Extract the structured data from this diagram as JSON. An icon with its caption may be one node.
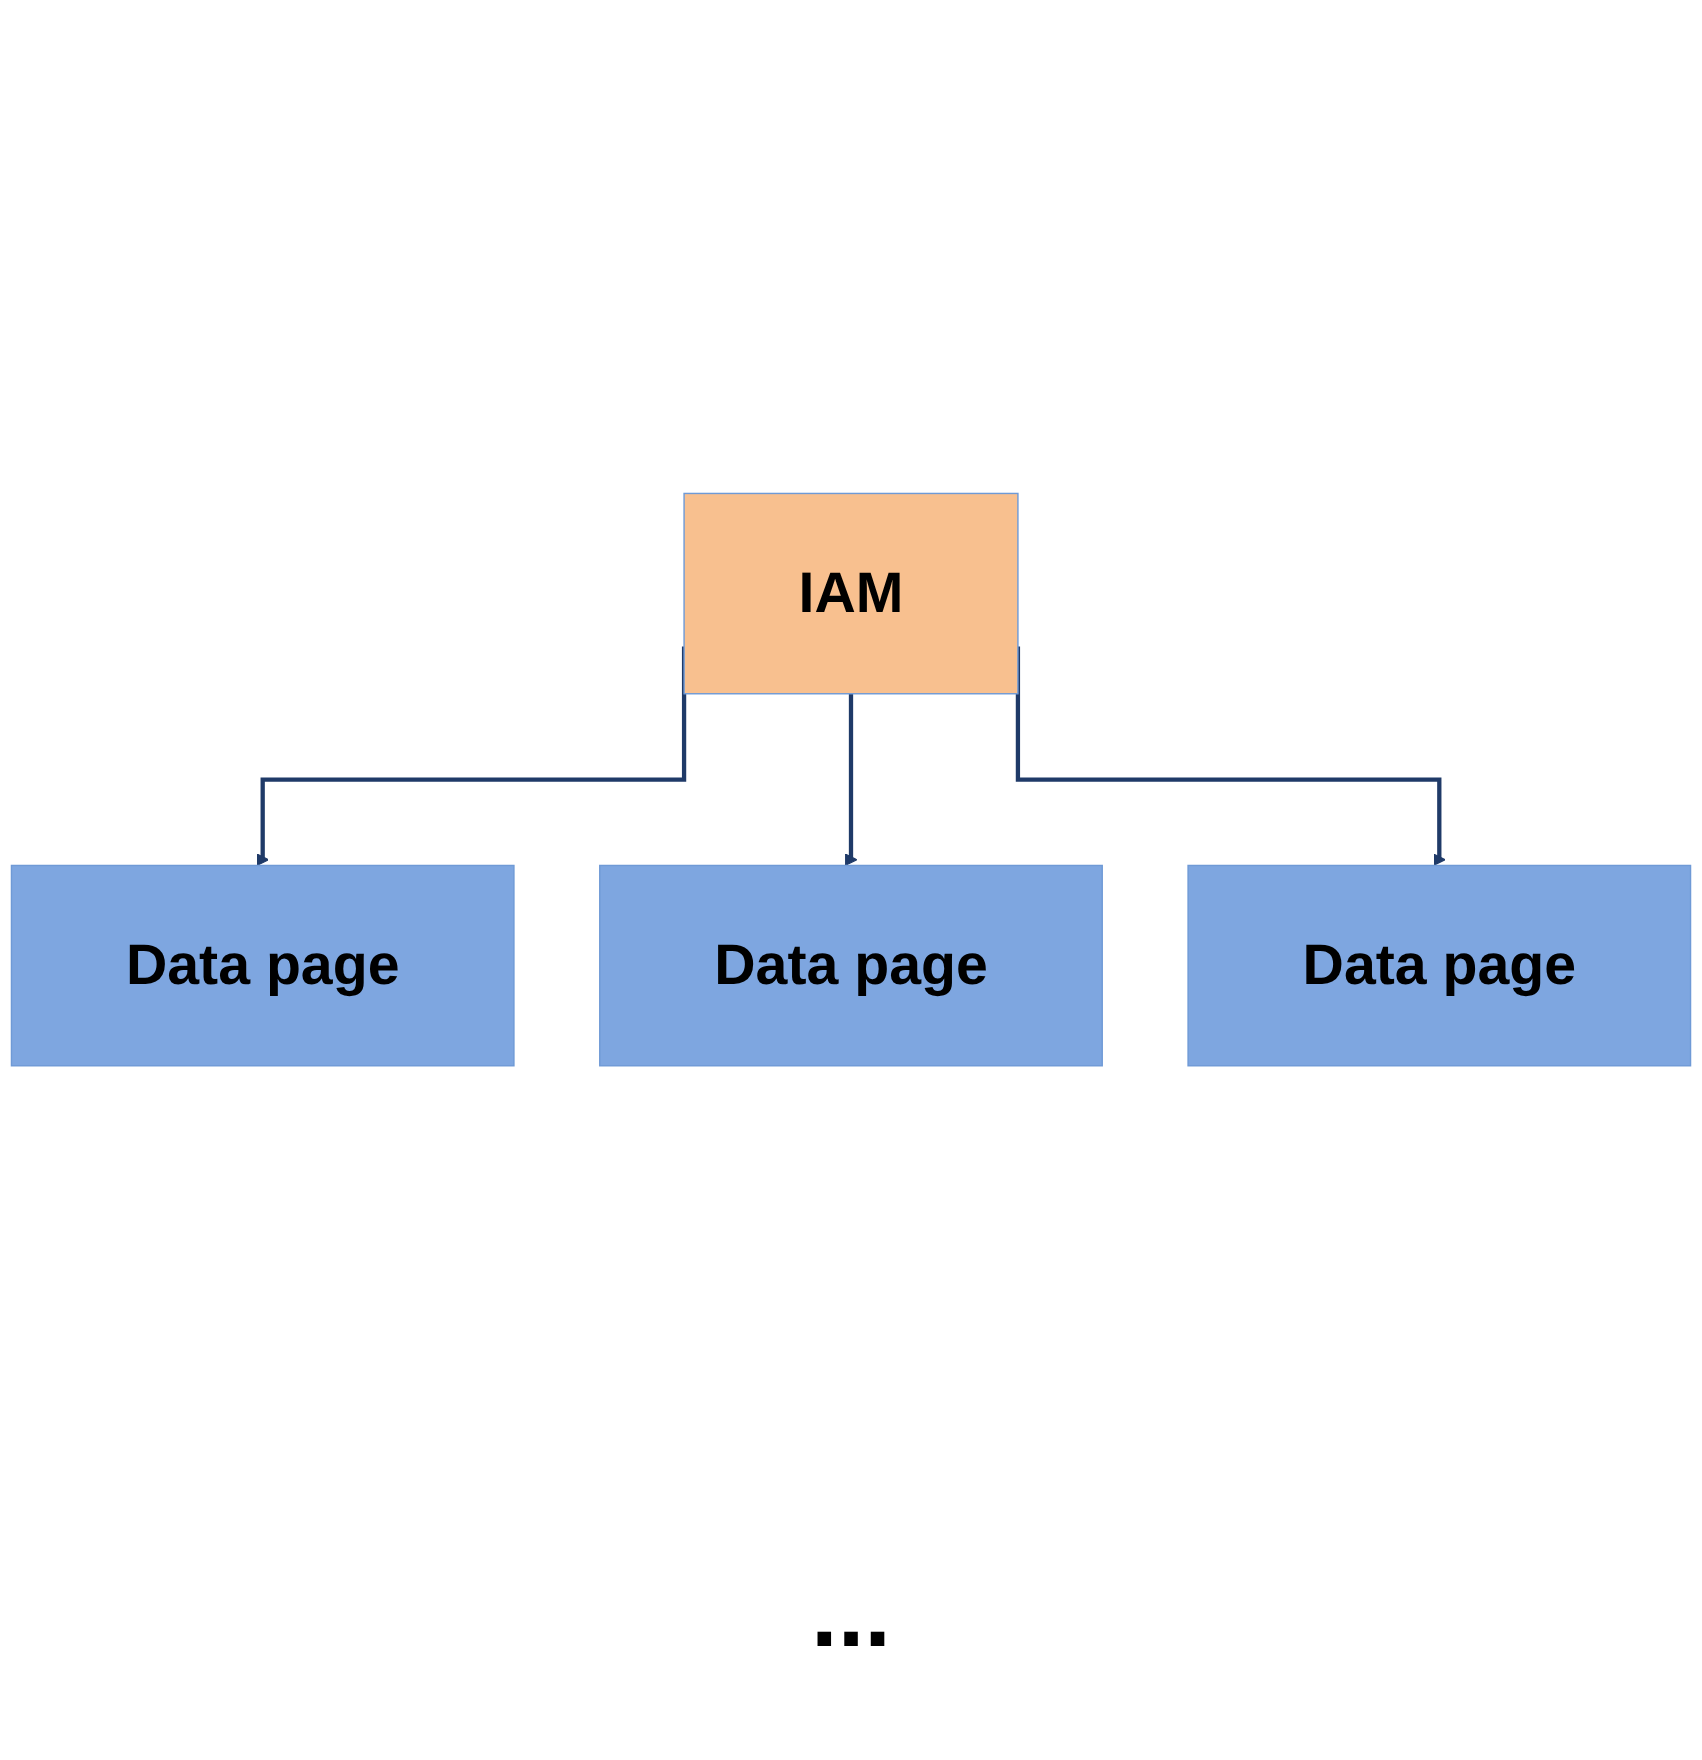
{
  "diagram": {
    "nodes": [
      {
        "text": [
          "IAM"
        ]
      },
      {
        "text": [
          "Data page"
        ]
      },
      {
        "text": [
          "Data page"
        ]
      },
      {
        "text": [
          "Data page"
        ]
      }
    ],
    "edges": [
      {
        "from": 0,
        "to": 1,
        "arrow": "to"
      },
      {
        "from": 0,
        "to": 2,
        "arrow": "to"
      },
      {
        "from": 0,
        "to": 3,
        "arrow": "to"
      }
    ],
    "labels": [
      "..."
    ]
  }
}
